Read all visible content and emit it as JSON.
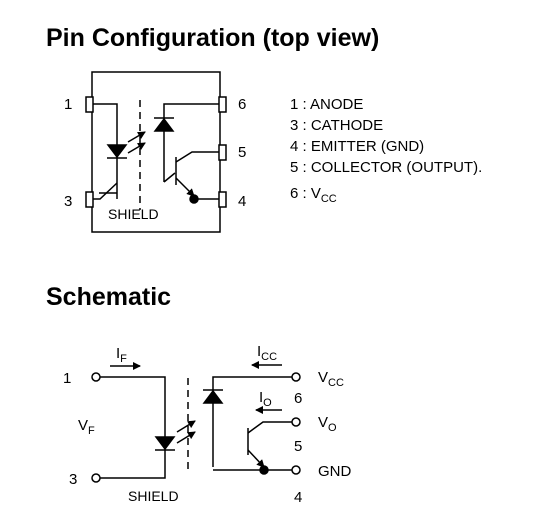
{
  "sections": {
    "pin_config_title": "Pin Configuration (top view)",
    "schematic_title": "Schematic"
  },
  "pin_config": {
    "pin_numbers": {
      "p1": "1",
      "p3": "3",
      "p4": "4",
      "p5": "5",
      "p6": "6"
    },
    "shield_label": "SHIELD",
    "legend": [
      "1 : ANODE",
      "3 : CATHODE",
      "4 : EMITTER (GND)",
      "5 : COLLECTOR (OUTPUT)."
    ],
    "legend_vcc": {
      "prefix": "6 : V",
      "subscript": "CC"
    }
  },
  "schematic": {
    "pin1": "1",
    "pin3": "3",
    "pin4": "4",
    "pin5": "5",
    "pin6": "6",
    "if_label": {
      "main": "I",
      "sub": "F"
    },
    "vf_label": {
      "main": "V",
      "sub": "F"
    },
    "icc_label": {
      "main": "I",
      "sub": "CC"
    },
    "io_label": {
      "main": "I",
      "sub": "O"
    },
    "vcc_label": {
      "main": "V",
      "sub": "CC"
    },
    "vo_label": {
      "main": "V",
      "sub": "O"
    },
    "gnd_label": "GND",
    "shield_label": "SHIELD"
  }
}
